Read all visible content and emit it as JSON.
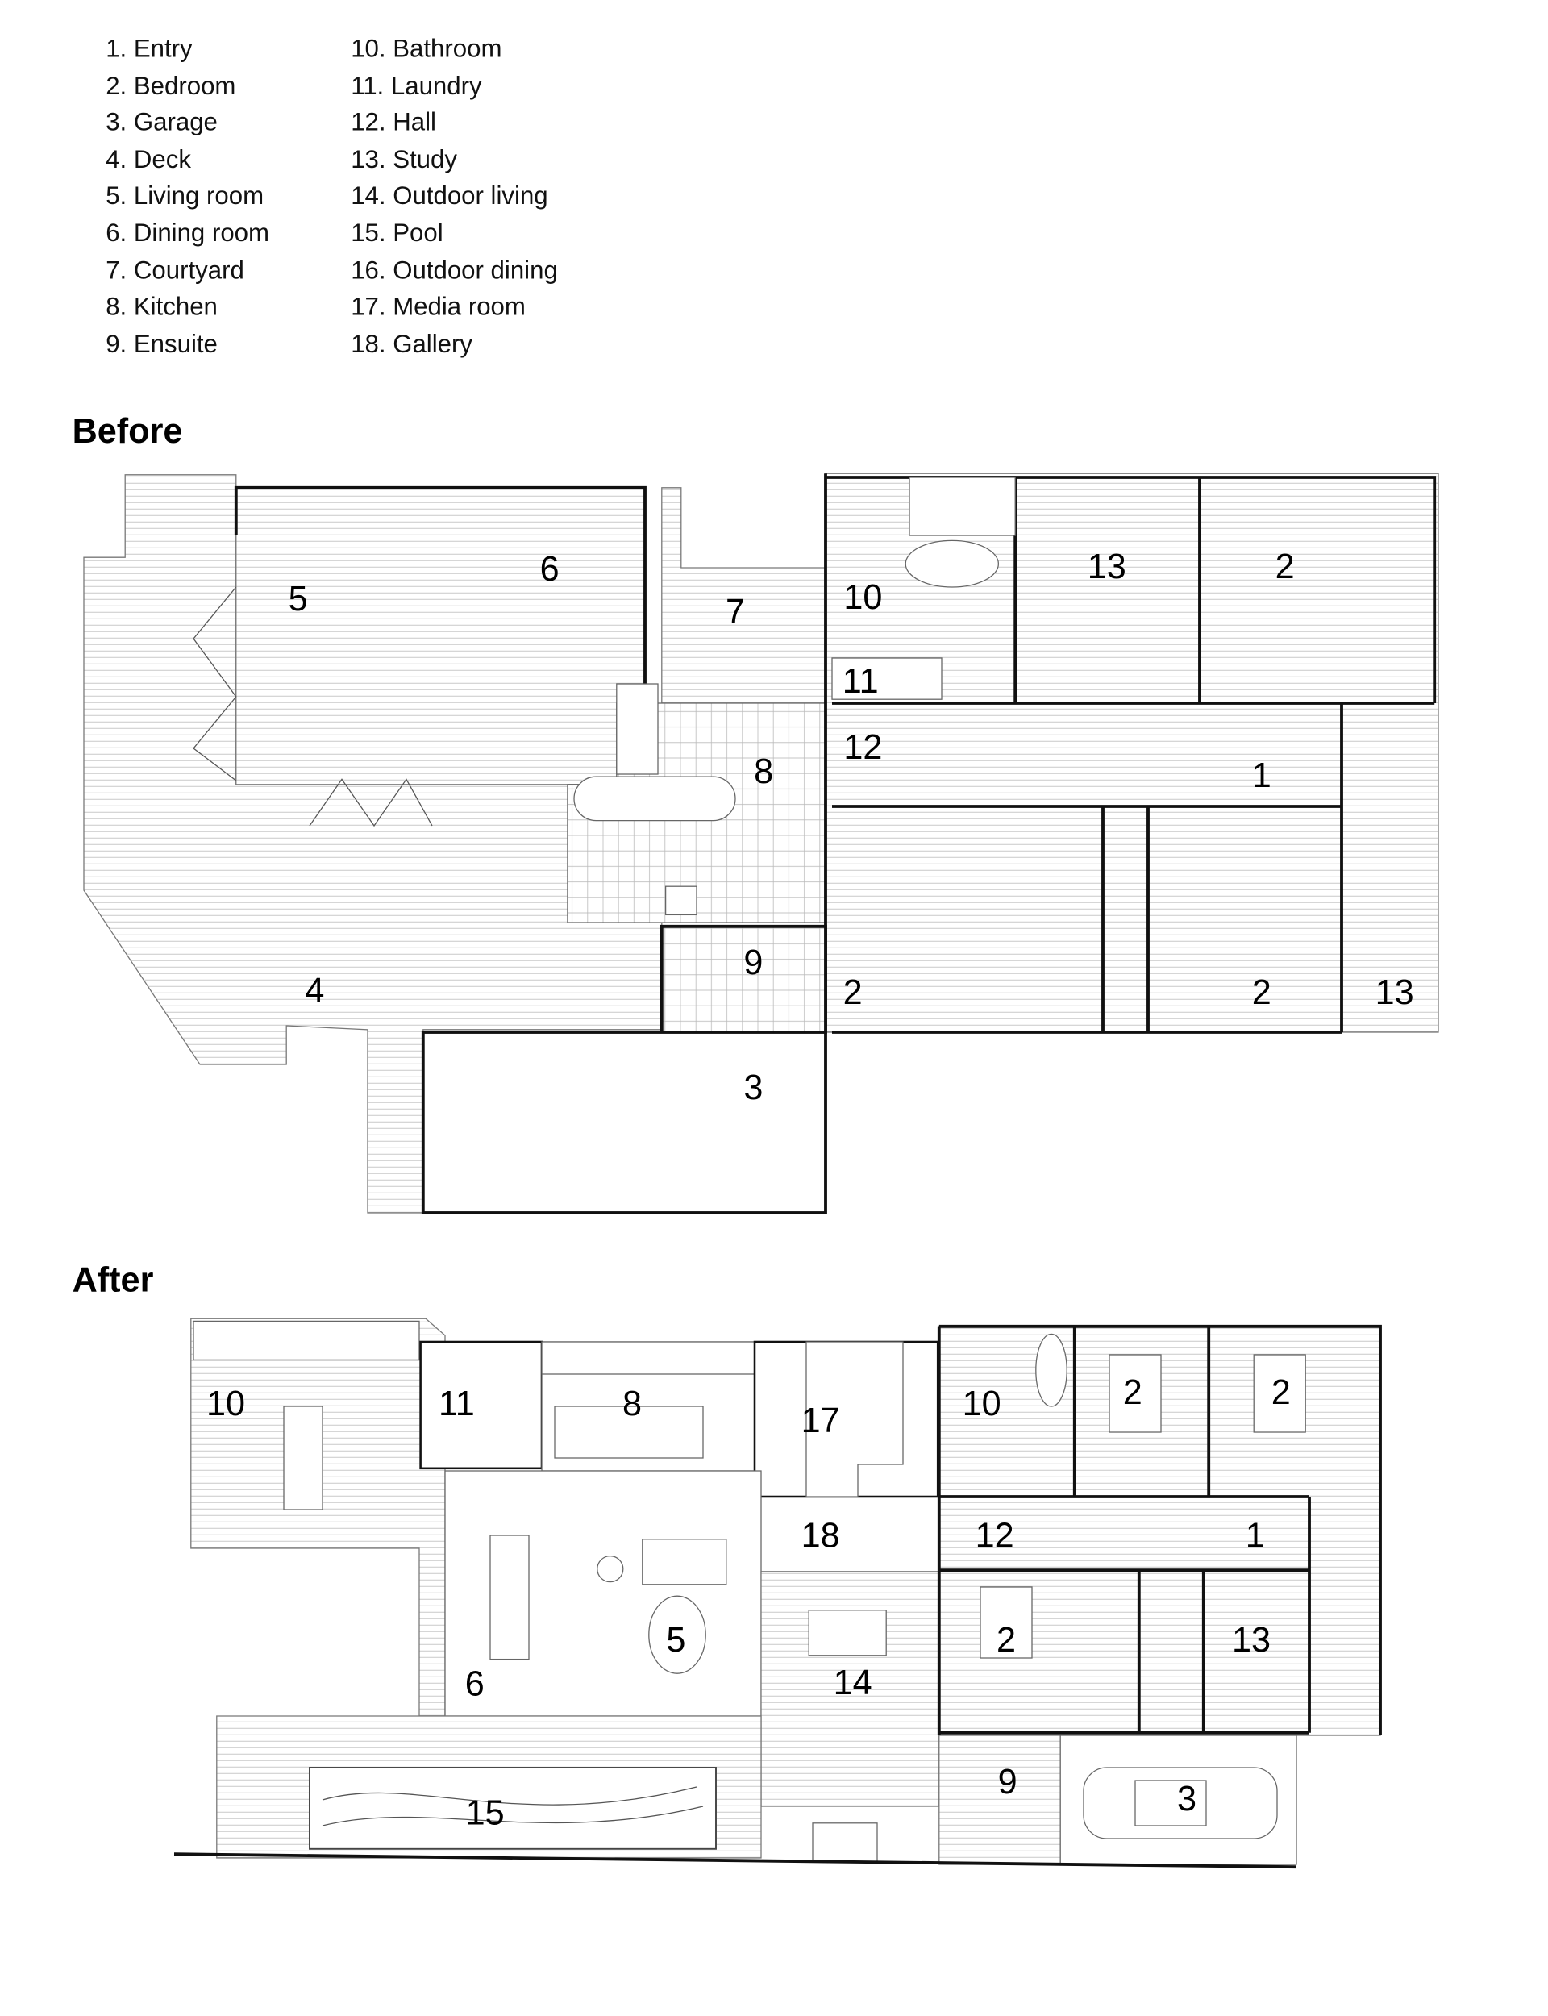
{
  "legend": {
    "col1": [
      "1. Entry",
      "2. Bedroom",
      "3. Garage",
      "4. Deck",
      "5. Living room",
      "6. Dining room",
      "7. Courtyard",
      "8. Kitchen",
      "9. Ensuite"
    ],
    "col2": [
      "10. Bathroom",
      "11. Laundry",
      "12. Hall",
      "13. Study",
      "14. Outdoor living",
      "15. Pool",
      "16. Outdoor dining",
      "17. Media room",
      "18. Gallery"
    ]
  },
  "before": {
    "title": "Before",
    "labels": [
      "5",
      "6",
      "7",
      "10",
      "13",
      "2",
      "11",
      "8",
      "12",
      "1",
      "9",
      "2",
      "2",
      "13",
      "4",
      "3"
    ]
  },
  "after": {
    "title": "After",
    "labels": [
      "10",
      "11",
      "8",
      "17",
      "10",
      "2",
      "2",
      "18",
      "12",
      "1",
      "5",
      "6",
      "14",
      "2",
      "13",
      "9",
      "3",
      "15"
    ]
  }
}
